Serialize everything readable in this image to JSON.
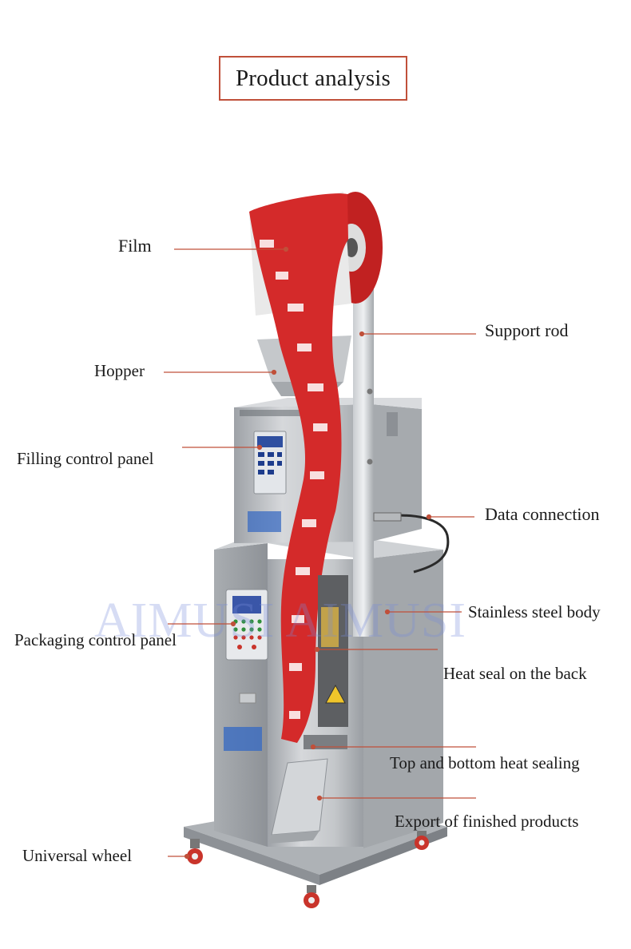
{
  "title": "Product analysis",
  "watermark": "AIMUSI AIMUSI",
  "labels": {
    "film": "Film",
    "support_rod": "Support rod",
    "hopper": "Hopper",
    "filling_control_panel": "Filling control panel",
    "data_connection": "Data connection",
    "stainless_steel_body": "Stainless steel body",
    "packaging_control_panel": "Packaging control panel",
    "heat_seal_back": "Heat seal on the back",
    "top_bottom_heat_sealing": "Top and bottom heat sealing",
    "export_finished_products": "Export of finished products",
    "universal_wheel": "Universal wheel"
  },
  "colors": {
    "accent": "#c0503a",
    "leader_line": "#c0503a",
    "film_red": "#d42a2a",
    "steel": "#b9bcc0"
  }
}
